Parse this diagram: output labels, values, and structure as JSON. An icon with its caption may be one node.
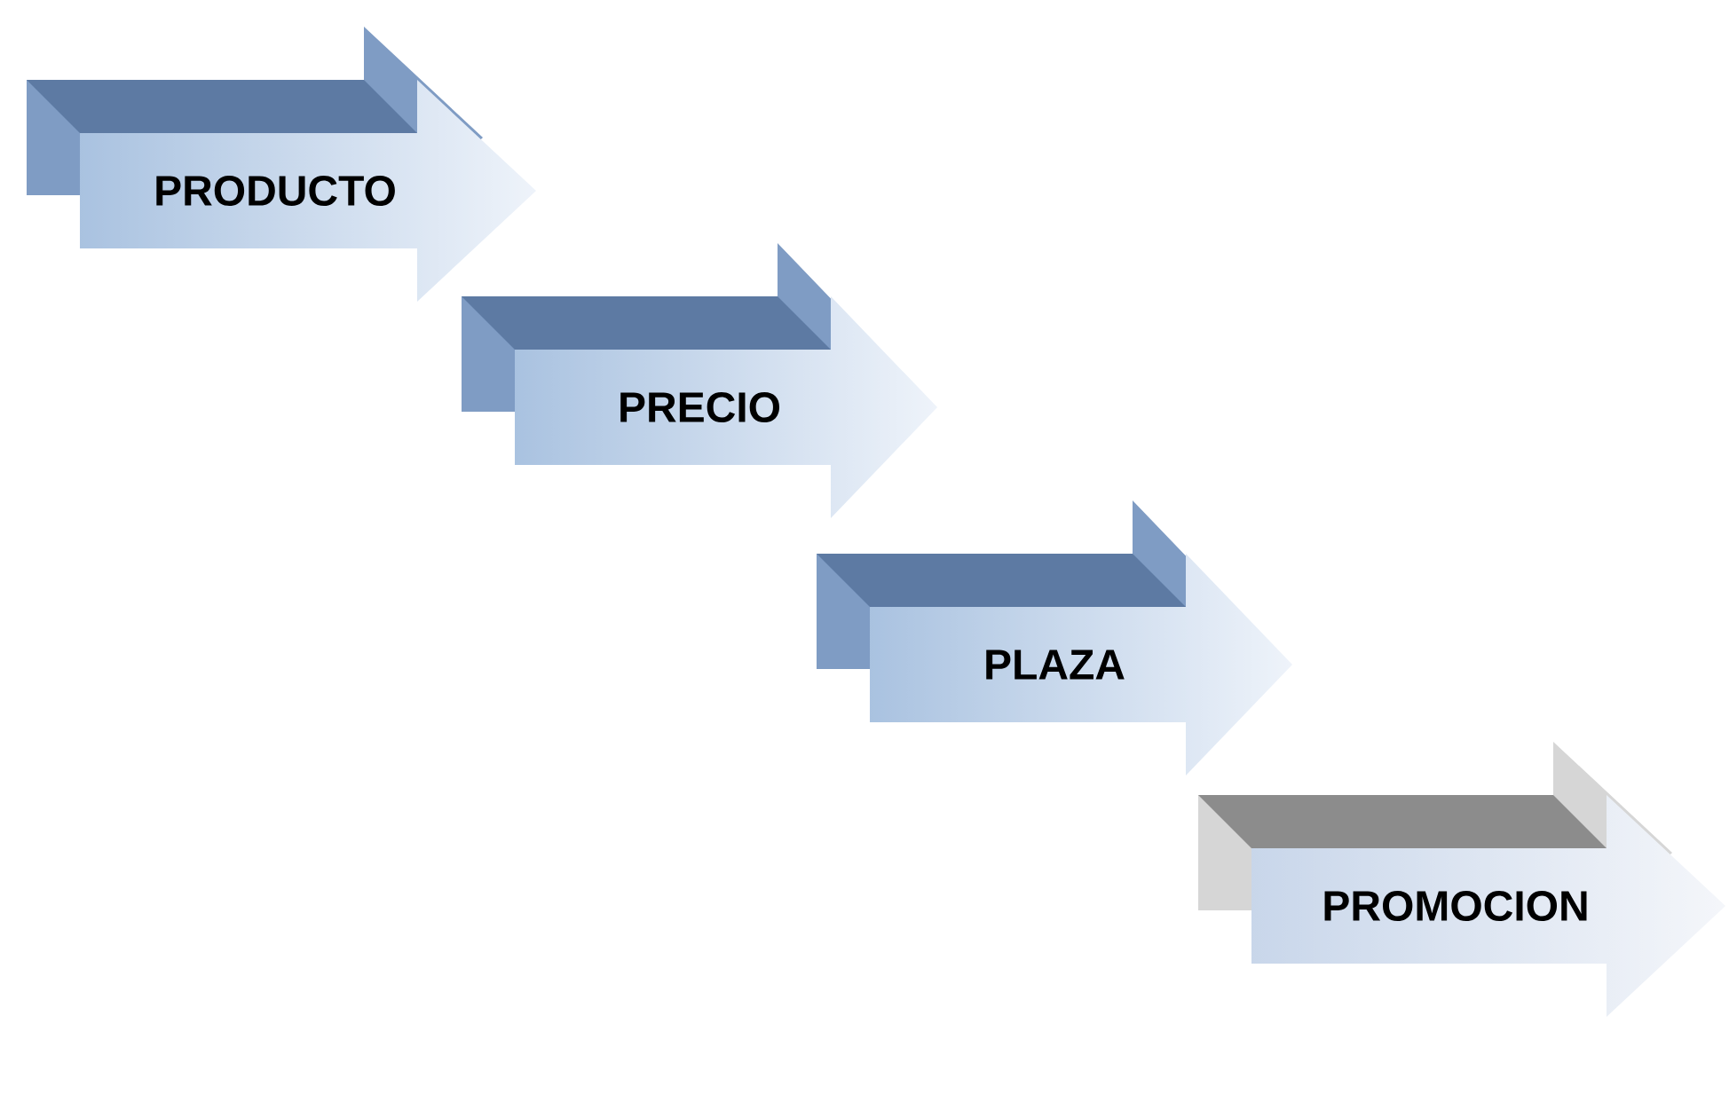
{
  "diagram": {
    "nodes": [
      {
        "text": [
          "PRODUCTO"
        ]
      },
      {
        "text": [
          "PRECIO"
        ]
      },
      {
        "text": [
          "PLAZA"
        ]
      },
      {
        "text": [
          "PROMOCION"
        ]
      }
    ]
  }
}
